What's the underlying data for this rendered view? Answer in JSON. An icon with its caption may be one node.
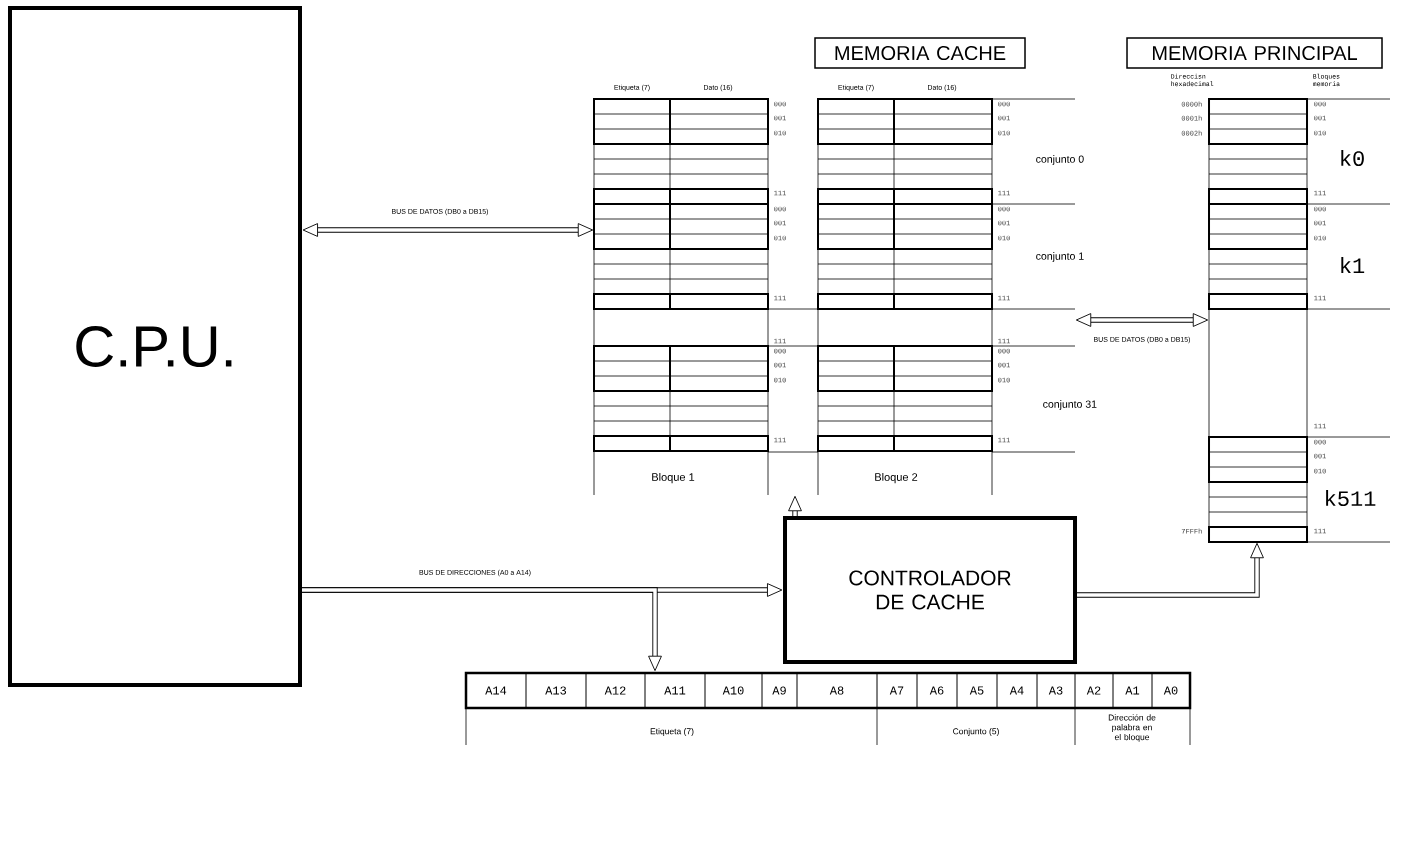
{
  "diagram": {
    "nodes": [
      {
        "text": [
          "C.P.U."
        ]
      },
      {
        "text": [
          "MEMORIA CACHE"
        ]
      },
      {
        "text": [
          "MEMORIA PRINCIPAL"
        ]
      },
      {
        "text": [],
        "shape": "box"
      },
      {
        "text": [],
        "shape": "box"
      },
      {
        "text": [
          "CONTROLADOR DE CACHE"
        ]
      },
      {
        "text": [
          "A14",
          "A13",
          "A12",
          "A11",
          "A10",
          "A9",
          "A8",
          "A7",
          "A6",
          "A5",
          "A4",
          "A3",
          "A2",
          "A1",
          "A0"
        ]
      }
    ],
    "edges": [
      {
        "from": 0,
        "to": 3,
        "arrow": "both",
        "label": "BUS DE DATOS (DB0 a DB15)"
      },
      {
        "from": 0,
        "to": 5,
        "arrow": "to",
        "label": "BUS DE DIRECCIONES (A0 a A14)"
      },
      {
        "from": 0,
        "to": 6,
        "arrow": "to"
      },
      {
        "from": 5,
        "to": 3,
        "arrow": "to"
      },
      {
        "from": 3,
        "to": 4,
        "arrow": "both",
        "label": "BUS DE DATOS (DB0 a DB15)"
      },
      {
        "from": 5,
        "to": 4,
        "arrow": "to"
      }
    ],
    "labels": [
      "Etiqueta (7)",
      "Dato (16)",
      "Etiqueta (7)",
      "Dato (16)",
      "Direccisn hexadecimal",
      "Bloques memoria",
      "000",
      "001",
      "010",
      "111",
      "000",
      "001",
      "010",
      "111",
      "111",
      "000",
      "001",
      "010",
      "111",
      "000",
      "001",
      "010",
      "111",
      "000",
      "001",
      "010",
      "111",
      "111",
      "000",
      "001",
      "010",
      "111",
      "conjunto 0",
      "conjunto 1",
      "conjunto 31",
      "Bloque 1",
      "Bloque 2",
      "0000h",
      "0001h",
      "0002h",
      "000",
      "001",
      "010",
      "111",
      "000",
      "001",
      "010",
      "111",
      "111",
      "000",
      "001",
      "010",
      "7FFFh",
      "111",
      "k0",
      "k1",
      "k511",
      "Etiqueta (7)",
      "Conjunto (5)",
      "Dirección de palabra en el bloque"
    ]
  }
}
